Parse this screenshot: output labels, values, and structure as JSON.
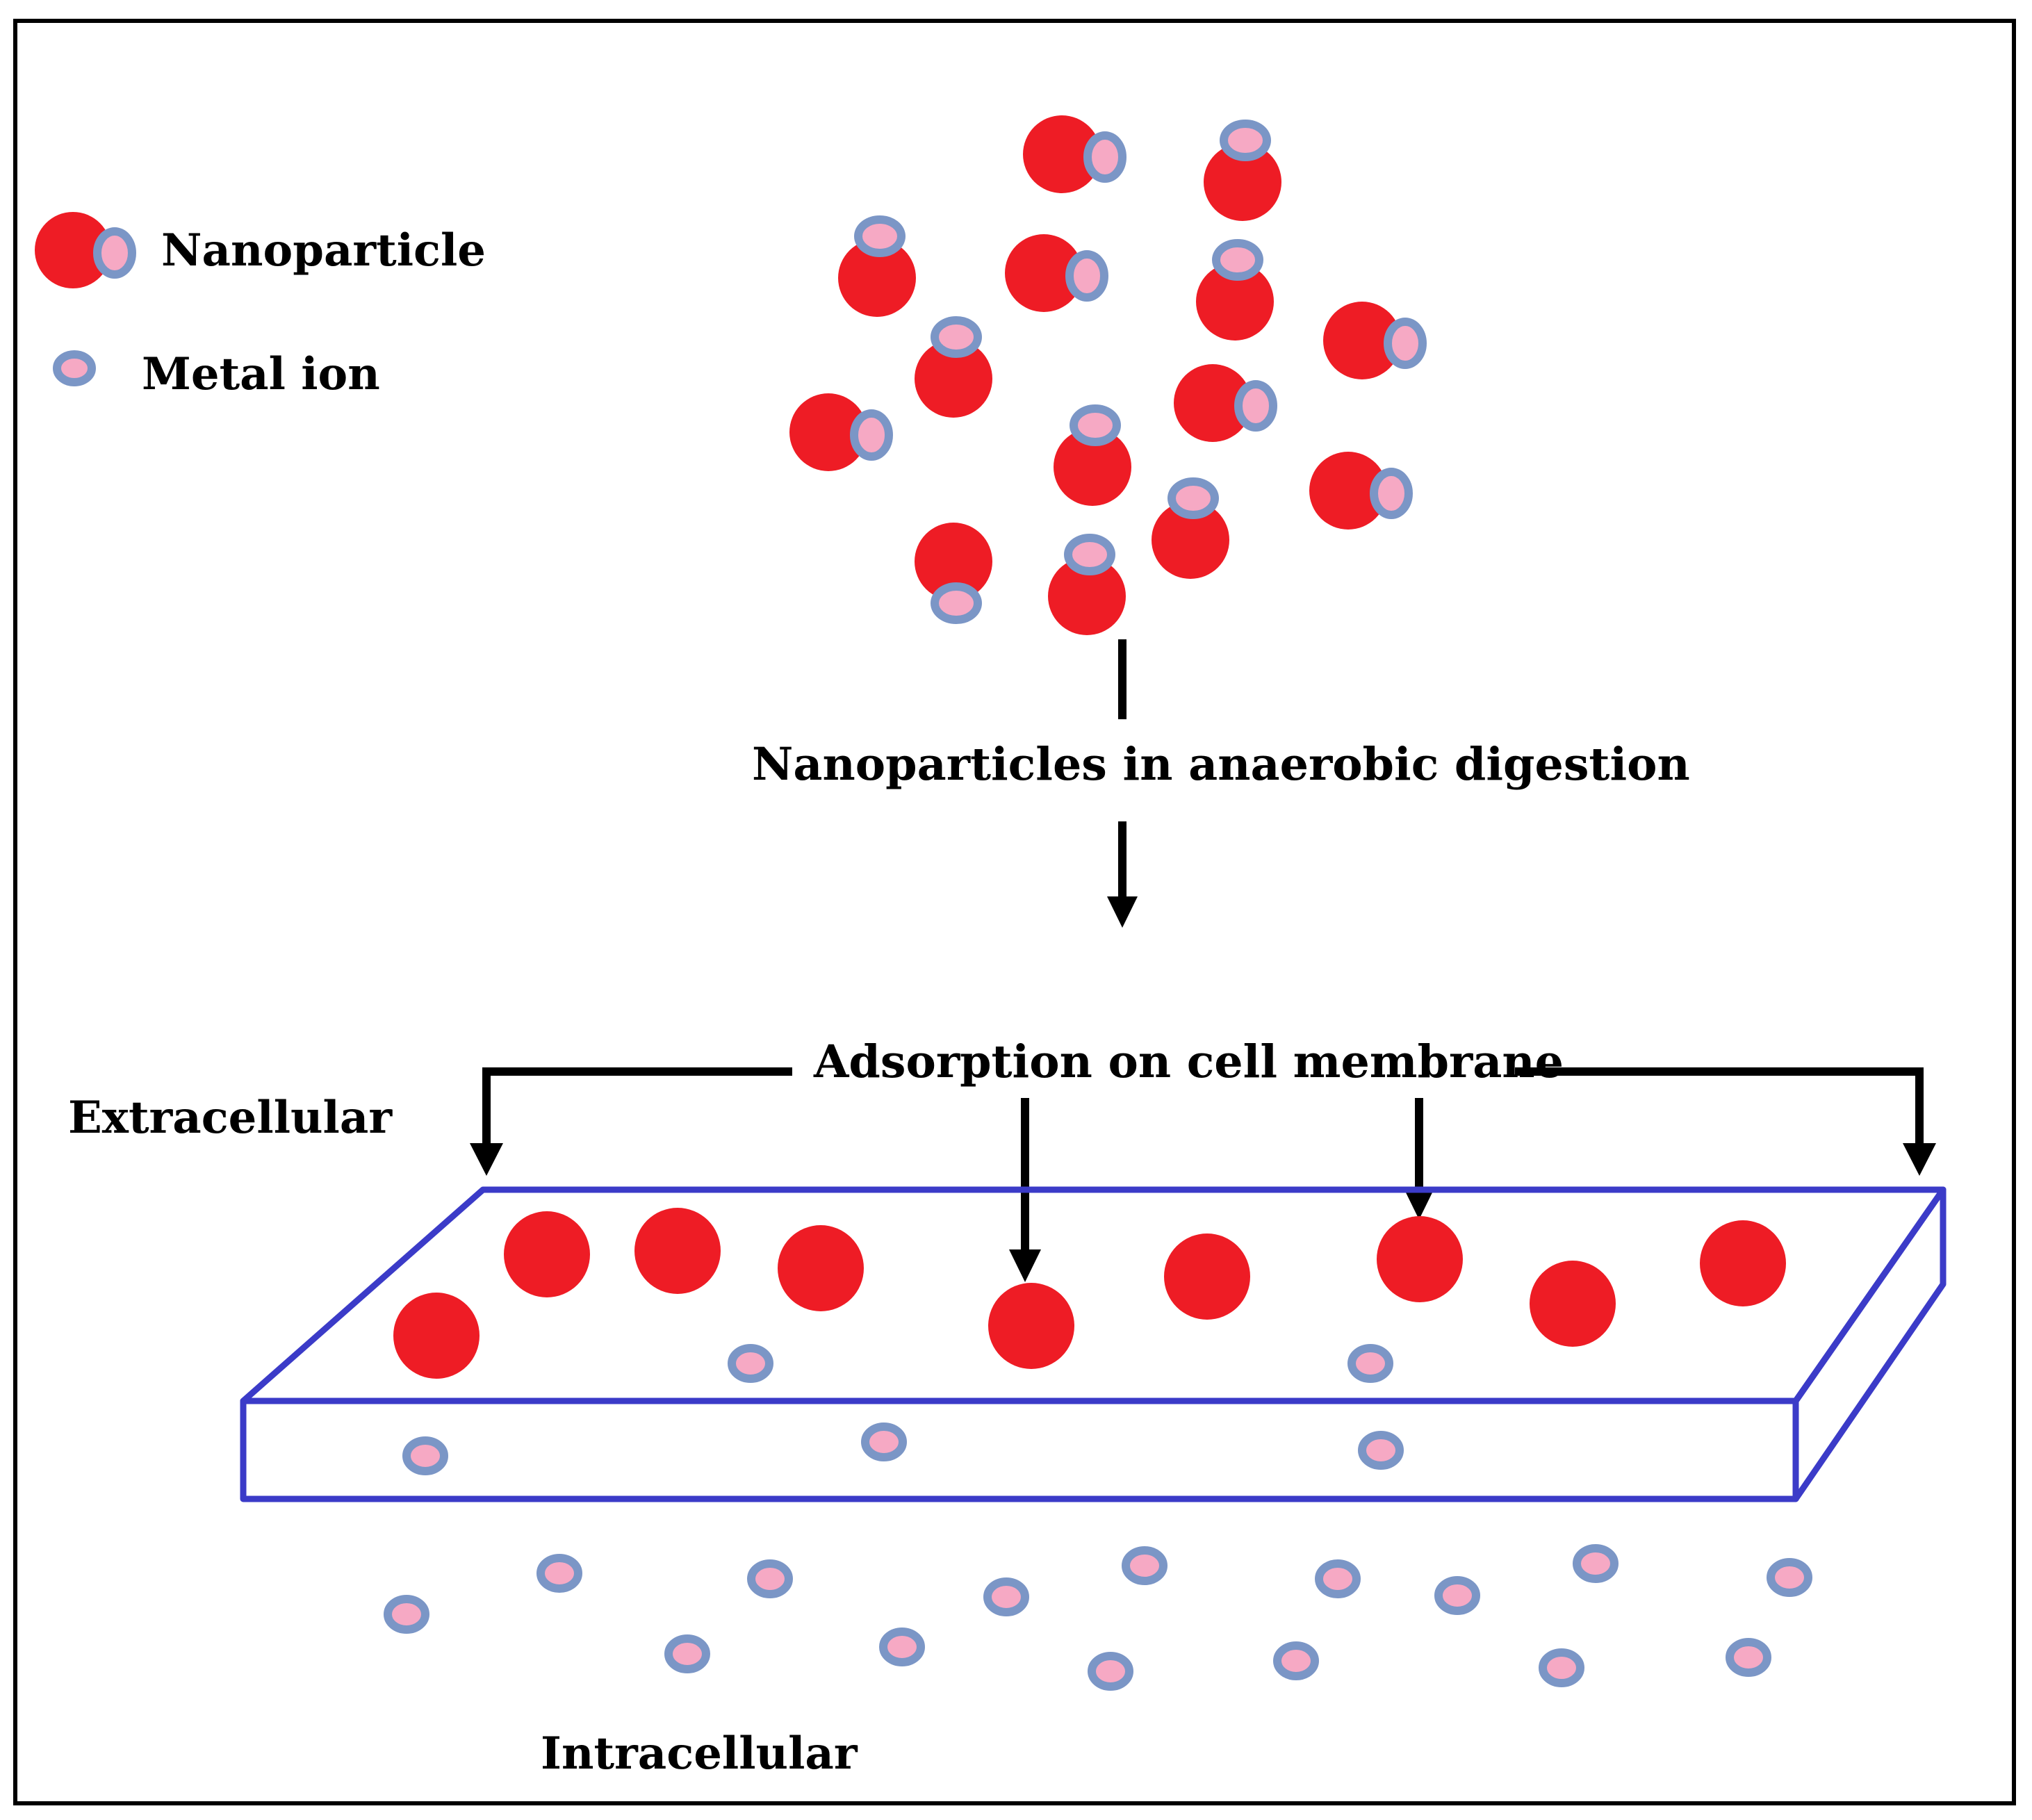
{
  "legend": {
    "nanoparticle_label": "Nanoparticle",
    "metal_ion_label": "Metal ion"
  },
  "labels": {
    "process": "Nanoparticles in anaerobic digestion",
    "adsorption": "Adsorption on cell membrane",
    "extracellular": "Extracellular",
    "intracellular": "Intracellular"
  },
  "colors": {
    "nanoparticle": "#ee1c25",
    "ion_fill": "#f6a9c4",
    "ion_ring": "#7b96c6",
    "membrane": "#3b3bc8",
    "frame": "#000000"
  }
}
